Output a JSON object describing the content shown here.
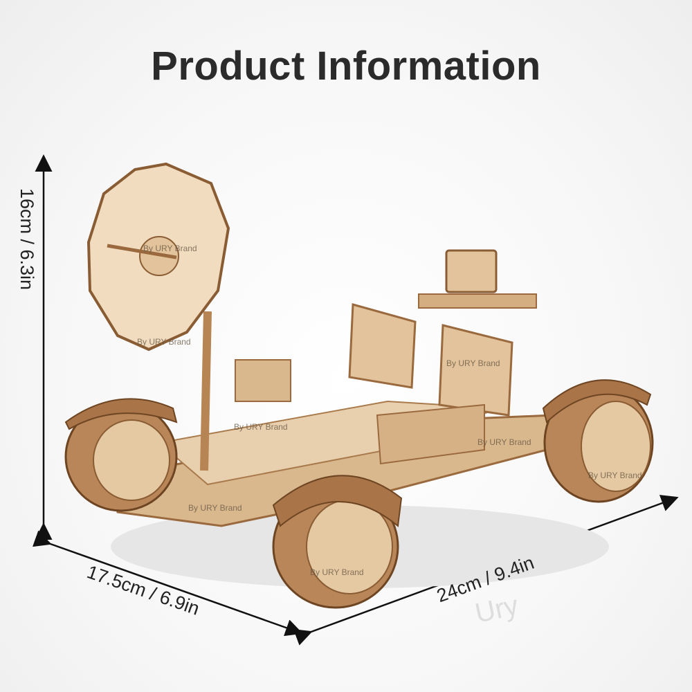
{
  "title": "Product Information",
  "dimensions": {
    "height": "16cm / 6.3in",
    "width": "17.5cm / 6.9in",
    "length": "24cm / 9.4in"
  },
  "watermark": {
    "logo": "Ury",
    "caption": "By URY Brand"
  },
  "colors": {
    "wood_light": "#e8cfae",
    "wood_dark": "#9a6a3e",
    "text": "#2b2b2b"
  }
}
